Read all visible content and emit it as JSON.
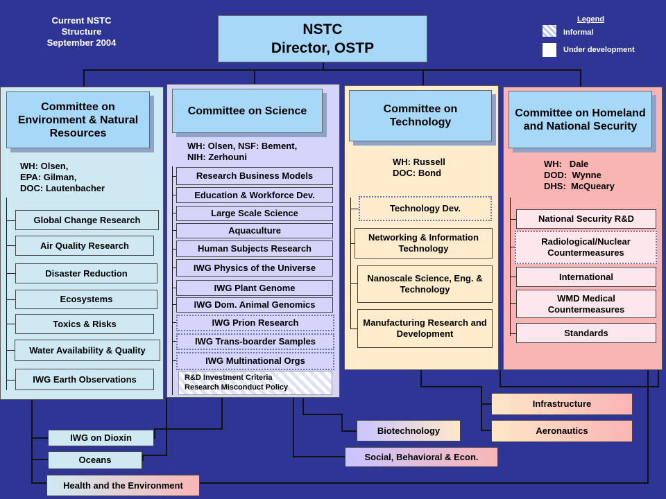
{
  "title": {
    "line1": "Current NSTC",
    "line2": "Structure",
    "line3": "September 2004"
  },
  "top": {
    "line1": "NSTC",
    "line2": "Director, OSTP"
  },
  "legend": {
    "title": "Legend",
    "informal": "Informal",
    "development": "Under development"
  },
  "env": {
    "head": "Committee on Environment & Natural Resources",
    "info": [
      "WH: Olsen,",
      "EPA: Gilman,",
      "DOC: Lautenbacher"
    ],
    "items": [
      "Global Change Research",
      "Air Quality Research",
      "Disaster Reduction",
      "Ecosystems",
      "Toxics & Risks",
      "Water Availability & Quality",
      "IWG Earth Observations"
    ]
  },
  "sci": {
    "head": "Committee on Science",
    "info": [
      "WH: Olsen, NSF: Bement,",
      "NIH: Zerhouni"
    ],
    "items": [
      "Research Business Models",
      "Education & Workforce Dev.",
      "Large Scale Science",
      "Aquaculture",
      "Human Subjects Research",
      "IWG Physics of the Universe",
      "IWG Plant Genome",
      "IWG Dom. Animal Genomics"
    ],
    "informal_items": [
      "IWG Prion Research",
      "IWG Trans-boarder Samples",
      "IWG Multinational Orgs"
    ],
    "dev_items": [
      "R&D Investment Criteria",
      "Research Misconduct Policy"
    ]
  },
  "tech": {
    "head": "Committee on Technology",
    "info": [
      "WH: Russell",
      "DOC: Bond"
    ],
    "informal_item": "Technology Dev.",
    "items": [
      "Networking & Information Technology",
      "Nanoscale Science, Eng. & Technology",
      "Manufacturing Research and Development"
    ]
  },
  "home": {
    "head": "Committee on Homeland and National Security",
    "info": [
      "WH:   Dale",
      "DOD:  Wynne",
      "DHS:  McQueary"
    ],
    "items": [
      "National Security R&D",
      "International",
      "WMD Medical Countermeasures",
      "Standards"
    ],
    "informal_item": "Radiological/Nuclear Countermeasures"
  },
  "shared": {
    "iwg_dioxin": "IWG on Dioxin",
    "oceans": "Oceans",
    "health": "Health and the Environment",
    "biotech": "Biotechnology",
    "social": "Social, Behavioral & Econ.",
    "infrastructure": "Infrastructure",
    "aeronautics": "Aeronautics"
  }
}
